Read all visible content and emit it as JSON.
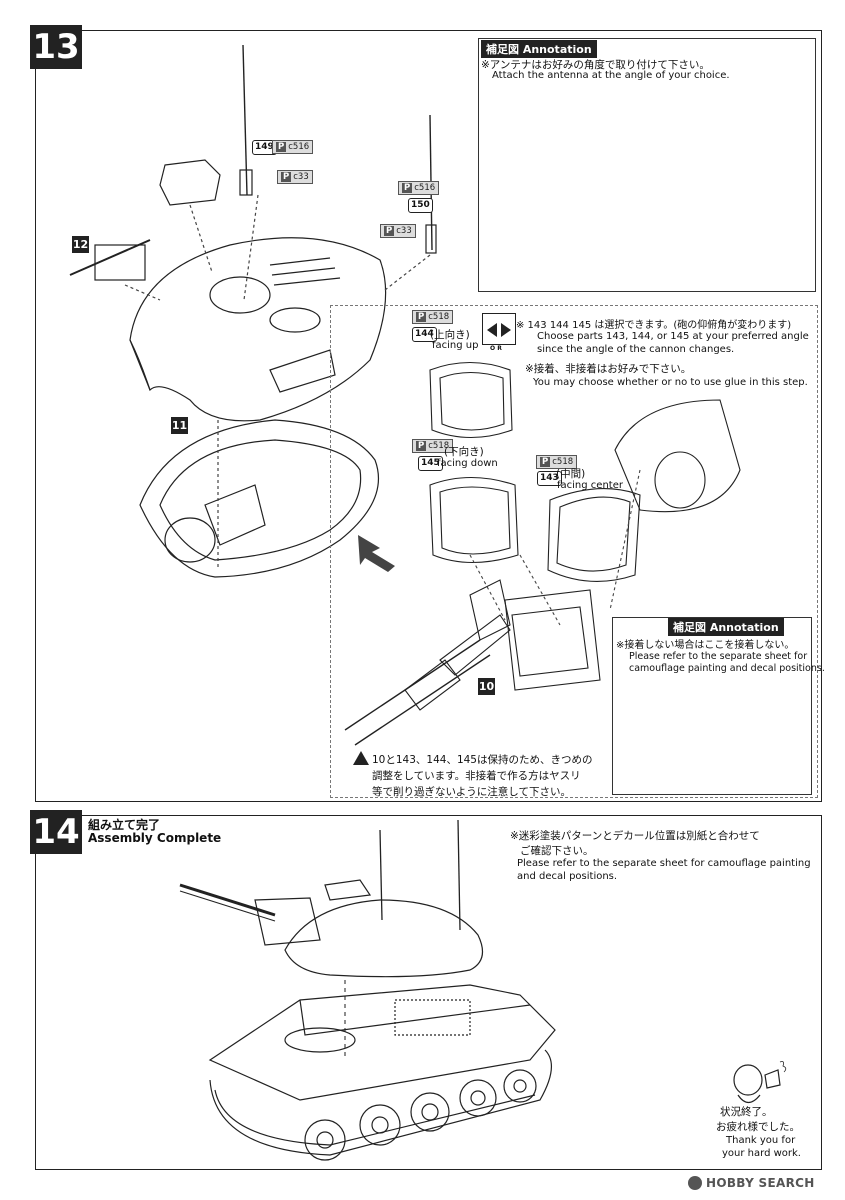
{
  "step13": {
    "number": "13",
    "annotation_top": {
      "title": "補足図 Annotation",
      "jp": "※アンテナはお好みの角度で取り付けて下さい。",
      "en": "Attach the antenna at the angle of your choice."
    },
    "parts": {
      "p149": "149",
      "p150": "150",
      "tag_c516": "c516",
      "tag_c33": "c33",
      "tag_c518": "c518",
      "sub12": "12",
      "sub11": "11",
      "sub10": "10"
    },
    "choice": {
      "p144": "144",
      "p144_jp": "(上向き)",
      "p144_en": "facing up",
      "or_label": "O R",
      "choice_jp": "※ 143 144 145 は選択できます。(砲の仰俯角が変わります)",
      "choice_en_1": "Choose parts 143, 144, or 145 at your preferred angle",
      "choice_en_2": "since the angle of the cannon changes.",
      "glue_jp": "※接着、非接着はお好みで下さい。",
      "glue_en": "You may choose whether or no to use glue in this step.",
      "p145": "145",
      "p145_jp": "(下向き)",
      "p145_en": "facing down",
      "p143": "143",
      "p143_jp": "(中間)",
      "p143_en": "facing center"
    },
    "annotation_inner": {
      "title": "補足図 Annotation",
      "jp": "※接着しない場合はここを接着しない。",
      "en_1": "Please refer to the separate sheet for",
      "en_2": "camouflage painting and decal positions."
    },
    "warning": {
      "line1": "10と143、144、145は保持のため、きつめの",
      "line2": "調整をしています。非接着で作る方はヤスリ",
      "line3": "等で削り過ぎないように注意して下さい。"
    }
  },
  "step14": {
    "number": "14",
    "title_jp": "組み立て完了",
    "title_en": "Assembly Complete",
    "note_jp_1": "※迷彩塗装パターンとデカール位置は別紙と合わせて",
    "note_jp_2": "ご確認下さい。",
    "note_en_1": "Please refer to the separate sheet for camouflage painting",
    "note_en_2": "and decal positions.",
    "mascot_jp_1": "状況終了。",
    "mascot_jp_2": "お疲れ様でした。",
    "mascot_en_1": "Thank you for",
    "mascot_en_2": "your hard work."
  },
  "watermark": "HOBBY SEARCH"
}
